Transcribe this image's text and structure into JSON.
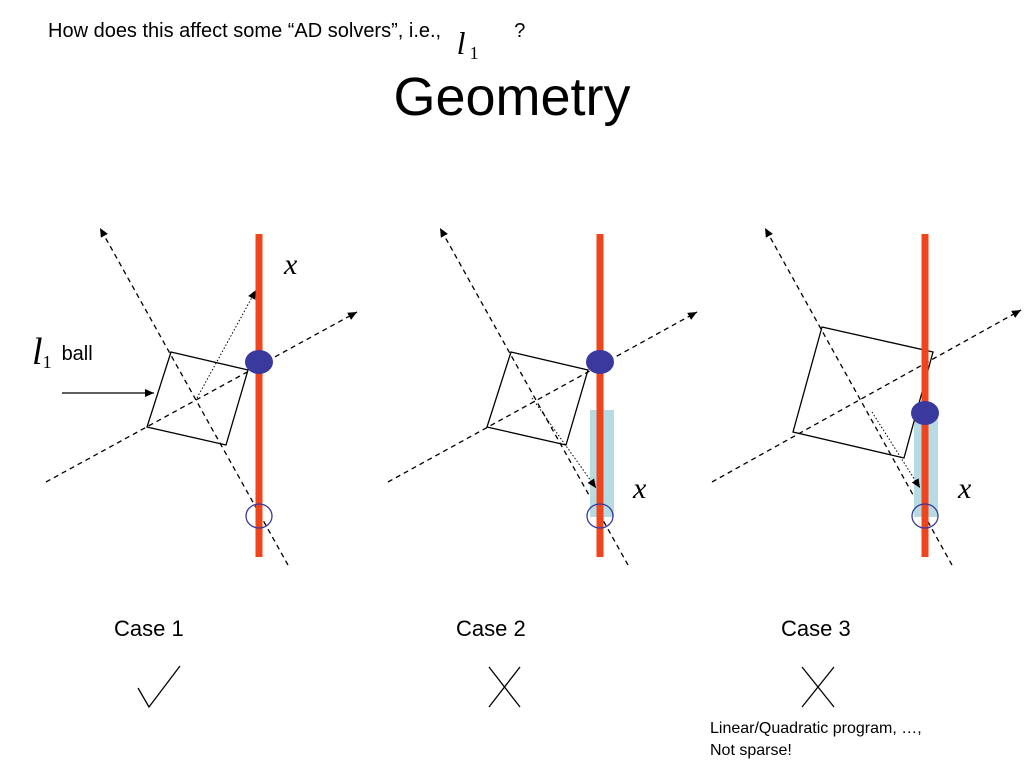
{
  "slide": {
    "question_prefix": "How does this affect some “AD solvers”, i.e.,",
    "question_symbol": "l",
    "question_subscript": "1",
    "question_suffix": "?",
    "title": "Geometry",
    "ball_symbol": "l",
    "ball_subscript": "1",
    "ball_word": "ball",
    "x_symbol": "x",
    "cases": [
      {
        "label": "Case 1",
        "mark": "check-mark"
      },
      {
        "label": "Case 2",
        "mark": "cross-mark"
      },
      {
        "label": "Case 3",
        "mark": "cross-mark"
      }
    ],
    "note_line1": "Linear/Quadratic program, …,",
    "note_line2": "Not sparse!"
  },
  "colors": {
    "constraint_line": "#f0441c",
    "solution_point": "#3a3a9e",
    "shaded_region": "#b7dbe3",
    "text": "#000000"
  }
}
